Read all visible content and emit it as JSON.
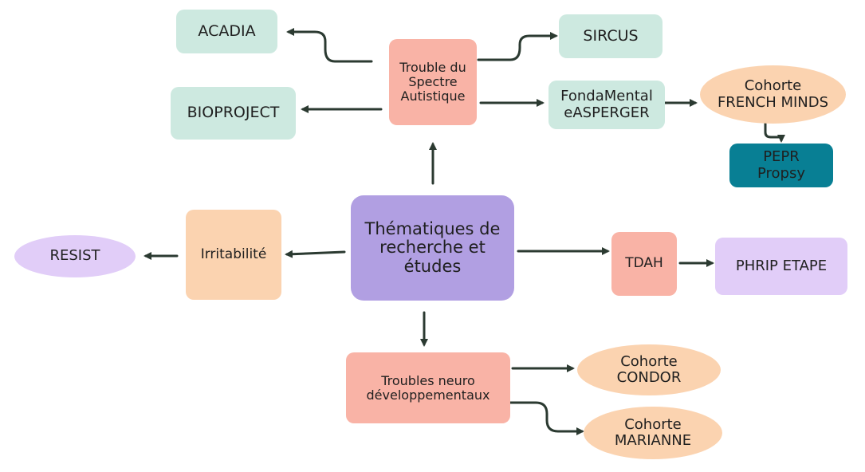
{
  "colors": {
    "teal_light": "#cde9e0",
    "salmon": "#f9b3a6",
    "purple_center": "#b19fe2",
    "peach": "#fbd3b0",
    "lavender": "#e1cdf8",
    "teal_dark": "#087f94",
    "arrow": "#2b3a31"
  },
  "nodes": {
    "center": "Thématiques de\nrecherche et\nétudes",
    "tsa": "Trouble du\nSpectre\nAutistique",
    "acadia": "ACADIA",
    "sircus": "SIRCUS",
    "bioproject": "BIOPROJECT",
    "fondamental": "FondaMental\neASPERGER",
    "french_minds": "Cohorte\nFRENCH MINDS",
    "pepr": "PEPR\nPropsy",
    "irritabilite": "Irritabilité",
    "resist": "RESIST",
    "tdah": "TDAH",
    "phrip": "PHRIP ETAPE",
    "tnd": "Troubles neuro\ndéveloppementaux",
    "condor": "Cohorte\nCONDOR",
    "marianne": "Cohorte\nMARIANNE"
  }
}
